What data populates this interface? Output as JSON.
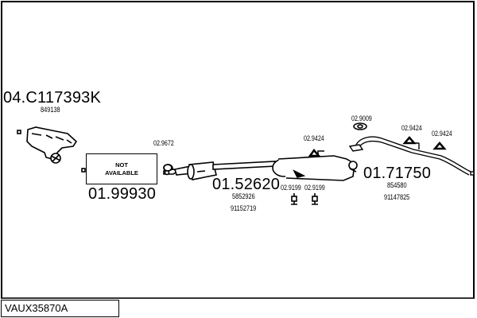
{
  "diagram": {
    "code": "VAUX35870A",
    "parts": [
      {
        "id": "manifold",
        "number": "04.C117393K",
        "ref": "849138"
      },
      {
        "id": "front-pipe",
        "number": "01.99930",
        "status": "NOT AVAILABLE",
        "status_line1": "NOT",
        "status_line2": "AVAILABLE"
      },
      {
        "id": "middle-silencer",
        "number": "01.52620",
        "refs": [
          "5852926",
          "91152719"
        ]
      },
      {
        "id": "rear-section",
        "number": "01.71750",
        "refs": [
          "854580",
          "91147825"
        ]
      }
    ],
    "accessories": [
      {
        "id": "gasket-front",
        "number": "02.9672"
      },
      {
        "id": "rubber-mount-1",
        "number": "02.9199"
      },
      {
        "id": "rubber-mount-2",
        "number": "02.9199"
      },
      {
        "id": "hanger-1",
        "number": "02.9424"
      },
      {
        "id": "gasket-rear",
        "number": "02.9009"
      },
      {
        "id": "hanger-2",
        "number": "02.9424"
      },
      {
        "id": "hanger-3",
        "number": "02.9424"
      }
    ]
  }
}
